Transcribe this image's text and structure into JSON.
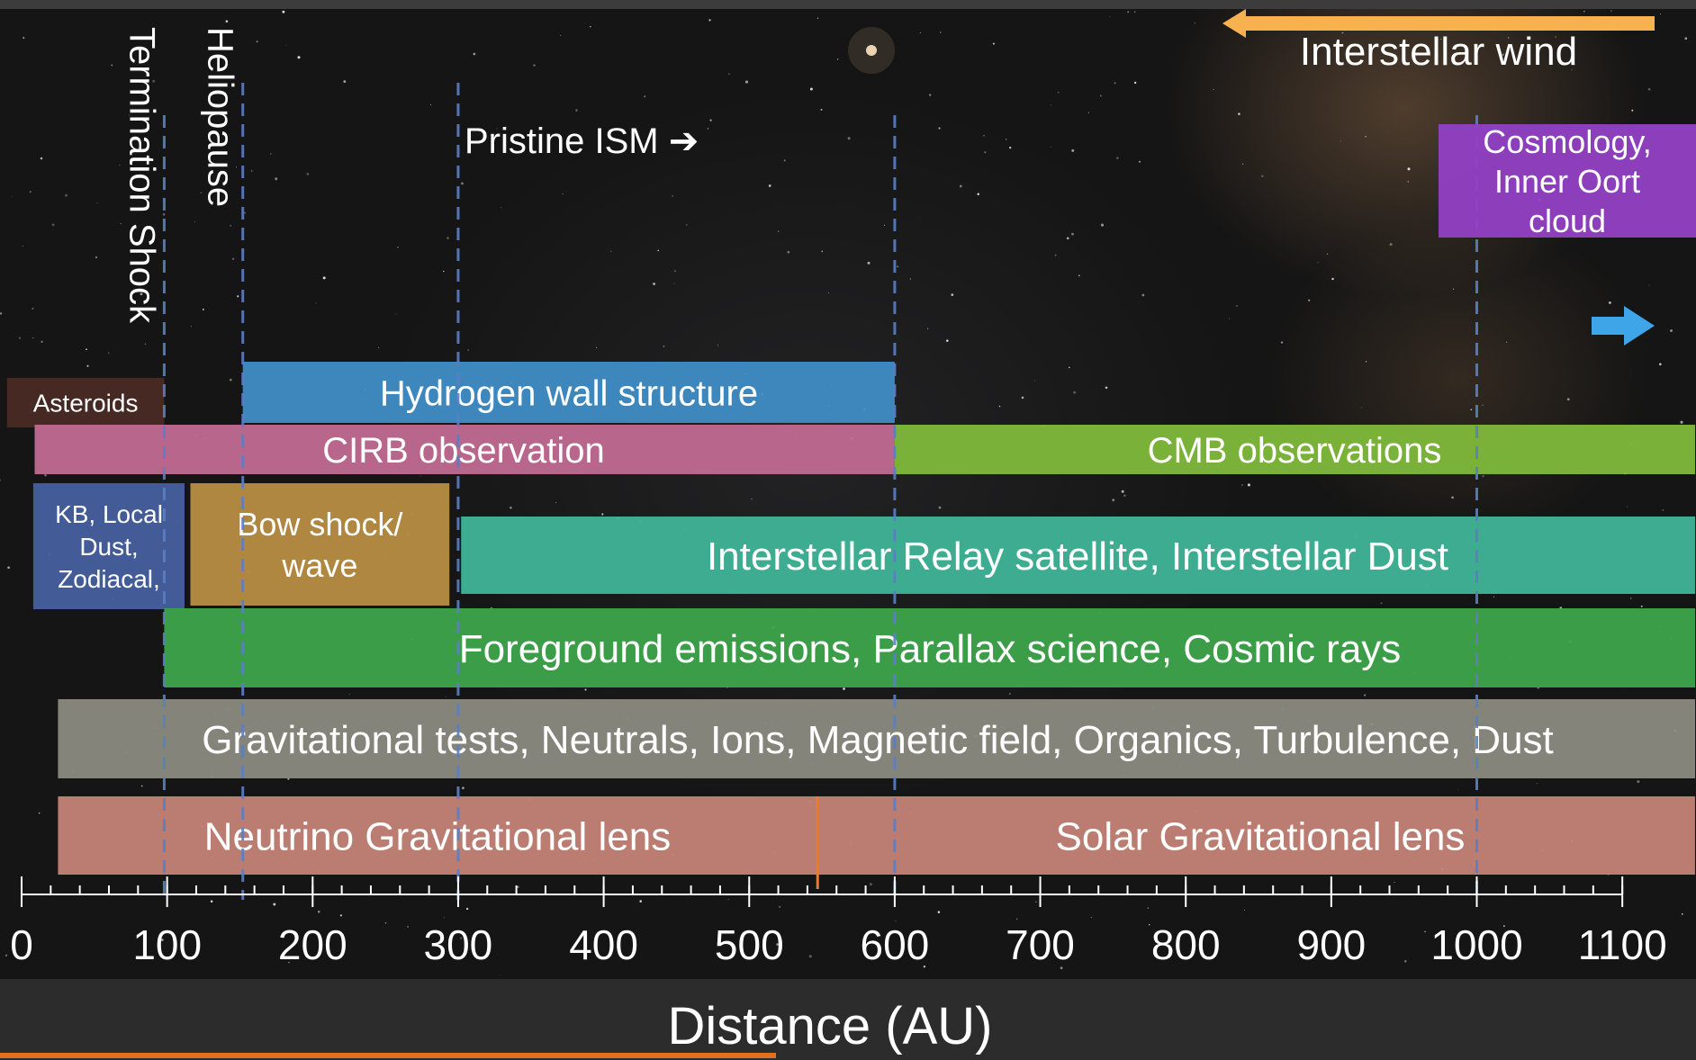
{
  "chart_data": {
    "type": "bar",
    "subtype": "horizontal-range",
    "xlabel": "Distance (AU)",
    "xlim": [
      0,
      1150
    ],
    "x_ticks": [
      0,
      100,
      200,
      300,
      400,
      500,
      600,
      700,
      800,
      900,
      1000,
      1100
    ],
    "minor_tick_step": 20,
    "grid": false,
    "boundaries": [
      {
        "label": "Termination Shock",
        "x": 98,
        "color": "#5b7fc4",
        "orientation": "vertical"
      },
      {
        "label": "Heliopause",
        "x": 152,
        "color": "#5b7fc4",
        "orientation": "vertical"
      },
      {
        "label": "",
        "x": 300,
        "color": "#5b7fc4",
        "orientation": "none"
      },
      {
        "label": "",
        "x": 600,
        "color": "#5b7fc4",
        "orientation": "none"
      },
      {
        "label": "",
        "x": 1000,
        "color": "#5b7fc4",
        "orientation": "none"
      }
    ],
    "bars": [
      {
        "label": "Asteroids",
        "start": -10,
        "end": 98,
        "row": 0,
        "color": "#4a2a24"
      },
      {
        "label": "Hydrogen wall structure",
        "start": 152,
        "end": 600,
        "row": 0,
        "color": "#3f8dc6"
      },
      {
        "label": "CIRB observation",
        "start": 9,
        "end": 600,
        "row": 1,
        "color": "#c26a92"
      },
      {
        "label": "CMB observations",
        "start": 600,
        "end": 1150,
        "row": 1,
        "color": "#7fb93a"
      },
      {
        "label": "KB, Local Dust, Zodiacal,",
        "start": 8,
        "end": 112,
        "row": 2,
        "color": "#46609e"
      },
      {
        "label": "Bow shock/ wave",
        "start": 116,
        "end": 294,
        "row": 2,
        "color": "#b88d42"
      },
      {
        "label": "Interstellar Relay satellite, Interstellar Dust",
        "start": 302,
        "end": 1150,
        "row": 2,
        "color": "#3fb497"
      },
      {
        "label": "Foreground emissions, Parallax science, Cosmic rays",
        "start": 98,
        "end": 1150,
        "row": 3,
        "color": "#3ea44c"
      },
      {
        "label": "Gravitational tests, Neutrals, Ions, Magnetic field, Organics, Turbulence, Dust",
        "start": 25,
        "end": 1150,
        "row": 4,
        "color": "#8b8a80"
      },
      {
        "label": "Neutrino Gravitational lens",
        "start": 25,
        "end": 547,
        "row": 5,
        "color": "#c48276"
      },
      {
        "label": "Solar Gravitational lens",
        "start": 547,
        "end": 1150,
        "row": 5,
        "color": "#c48276"
      }
    ],
    "sgl_marker": {
      "x": 547,
      "color": "#f07a24"
    },
    "annotations": {
      "pristine_ism": "Pristine ISM ➔",
      "interstellar_wind": "Interstellar wind",
      "wind_arrow_color": "#f7b14e",
      "cosmology": "Cosmology, Inner Oort cloud",
      "cosmology_lines": [
        "Cosmology,",
        "Inner Oort",
        "cloud"
      ],
      "cosmology_color": "#9240c4",
      "continue_arrow_color": "#3ea6e8"
    }
  }
}
